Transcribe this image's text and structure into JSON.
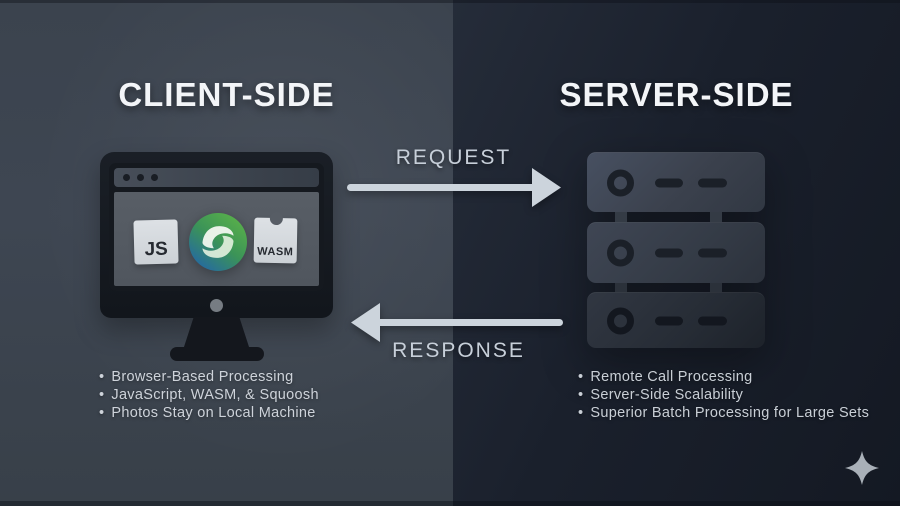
{
  "client": {
    "title": "CLIENT-SIDE",
    "bullets": [
      "Browser-Based Processing",
      "JavaScript, WASM, & Squoosh",
      "Photos Stay on Local Machine"
    ],
    "browser": {
      "js_badge": "JS",
      "wasm_badge": "WASM",
      "logo_icon": "squoosh-logo"
    }
  },
  "server": {
    "title": "SERVER-SIDE",
    "bullets": [
      "Remote Call Processing",
      "Server-Side Scalability",
      "Superior Batch Processing for Large Sets"
    ]
  },
  "flow": {
    "request": "REQUEST",
    "response": "RESPONSE"
  },
  "icons": {
    "sparkle": "four-point-sparkle"
  },
  "colors": {
    "left_bg": "#3d4550",
    "right_bg": "#1a202c",
    "title_text": "#f3f5f8",
    "arrow": "#ccd4dc",
    "bullet_text": "#ced3da",
    "squoosh_green": "#56ad47",
    "squoosh_blue": "#2468a4",
    "badge_bg": "#d8dce0",
    "monitor_frame": "#15191f",
    "screen_bg": "#555b63"
  }
}
